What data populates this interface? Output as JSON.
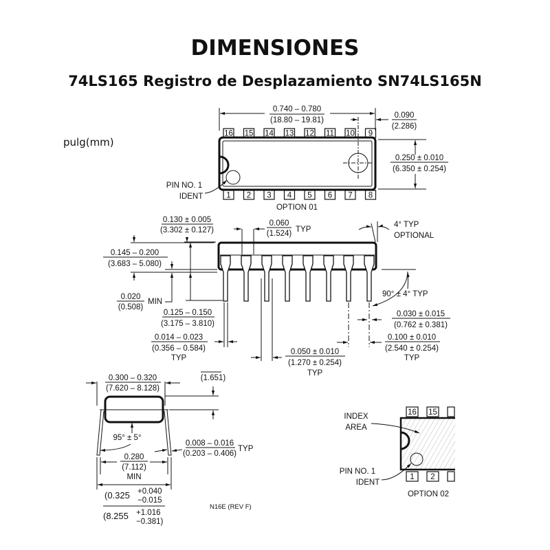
{
  "header": {
    "title": "DIMENSIONES",
    "subtitle": "74LS165 Registro de Desplazamiento SN74LS165N",
    "units": "pulg(mm)"
  },
  "top_view": {
    "pins_top": [
      "16",
      "15",
      "14",
      "13",
      "12",
      "11",
      "10",
      "9"
    ],
    "pins_bottom": [
      "1",
      "2",
      "3",
      "4",
      "5",
      "6",
      "7",
      "8"
    ],
    "length": [
      "0.740 – 0.780",
      "(18.80 – 19.81)"
    ],
    "end_offset": [
      "0.090",
      "(2.286)"
    ],
    "width": [
      "0.250 ± 0.010",
      "(6.350 ± 0.254)"
    ],
    "pin1_label": [
      "PIN NO. 1",
      "IDENT"
    ],
    "option": "OPTION 01"
  },
  "side_view": {
    "body_height": [
      "0.130 ± 0.005",
      "(3.302 ± 0.127)"
    ],
    "shoulder": [
      "0.060",
      "(1.524)",
      "TYP"
    ],
    "draft": [
      "4° TYP",
      "OPTIONAL"
    ],
    "seat_height": [
      "0.145 – 0.200",
      "(3.683 – 5.080)"
    ],
    "standoff": [
      "0.020",
      "(0.508)",
      "MIN"
    ],
    "lead_length": [
      "0.125 – 0.150",
      "(3.175 – 3.810)"
    ],
    "lead_width": [
      "0.014 – 0.023",
      "(0.356 – 0.584)",
      "TYP"
    ],
    "lead_upper": [
      "0.050 ± 0.010",
      "(1.270 ± 0.254)",
      "TYP"
    ],
    "lead_angle": "90° ± 4° TYP",
    "lead_thick": [
      "0.030 ± 0.015",
      "(0.762 ± 0.381)"
    ],
    "pitch": [
      "0.100 ± 0.010",
      "(2.540 ± 0.254)",
      "TYP"
    ]
  },
  "end_view": {
    "body_width": [
      "0.300 – 0.320",
      "(7.620 – 8.128)"
    ],
    "offset": "(1.651)",
    "angle": "95° ± 5°",
    "lead_thickness": [
      "0.008 – 0.016",
      "(0.203 – 0.406)",
      "TYP"
    ],
    "inner": [
      "0.280",
      "(7.112)",
      "MIN"
    ],
    "outer_in": [
      "(0.325",
      "+0.040",
      "−0.015"
    ],
    "outer_mm": [
      "(8.255",
      "+1.016",
      "−0.381)"
    ],
    "drawing_code": "N16E (REV F)"
  },
  "option02": {
    "pins_top": [
      "16",
      "15"
    ],
    "pins_bottom": [
      "1",
      "2"
    ],
    "index_label": [
      "INDEX",
      "AREA"
    ],
    "pin1_label": [
      "PIN NO. 1",
      "IDENT"
    ],
    "option": "OPTION 02"
  }
}
